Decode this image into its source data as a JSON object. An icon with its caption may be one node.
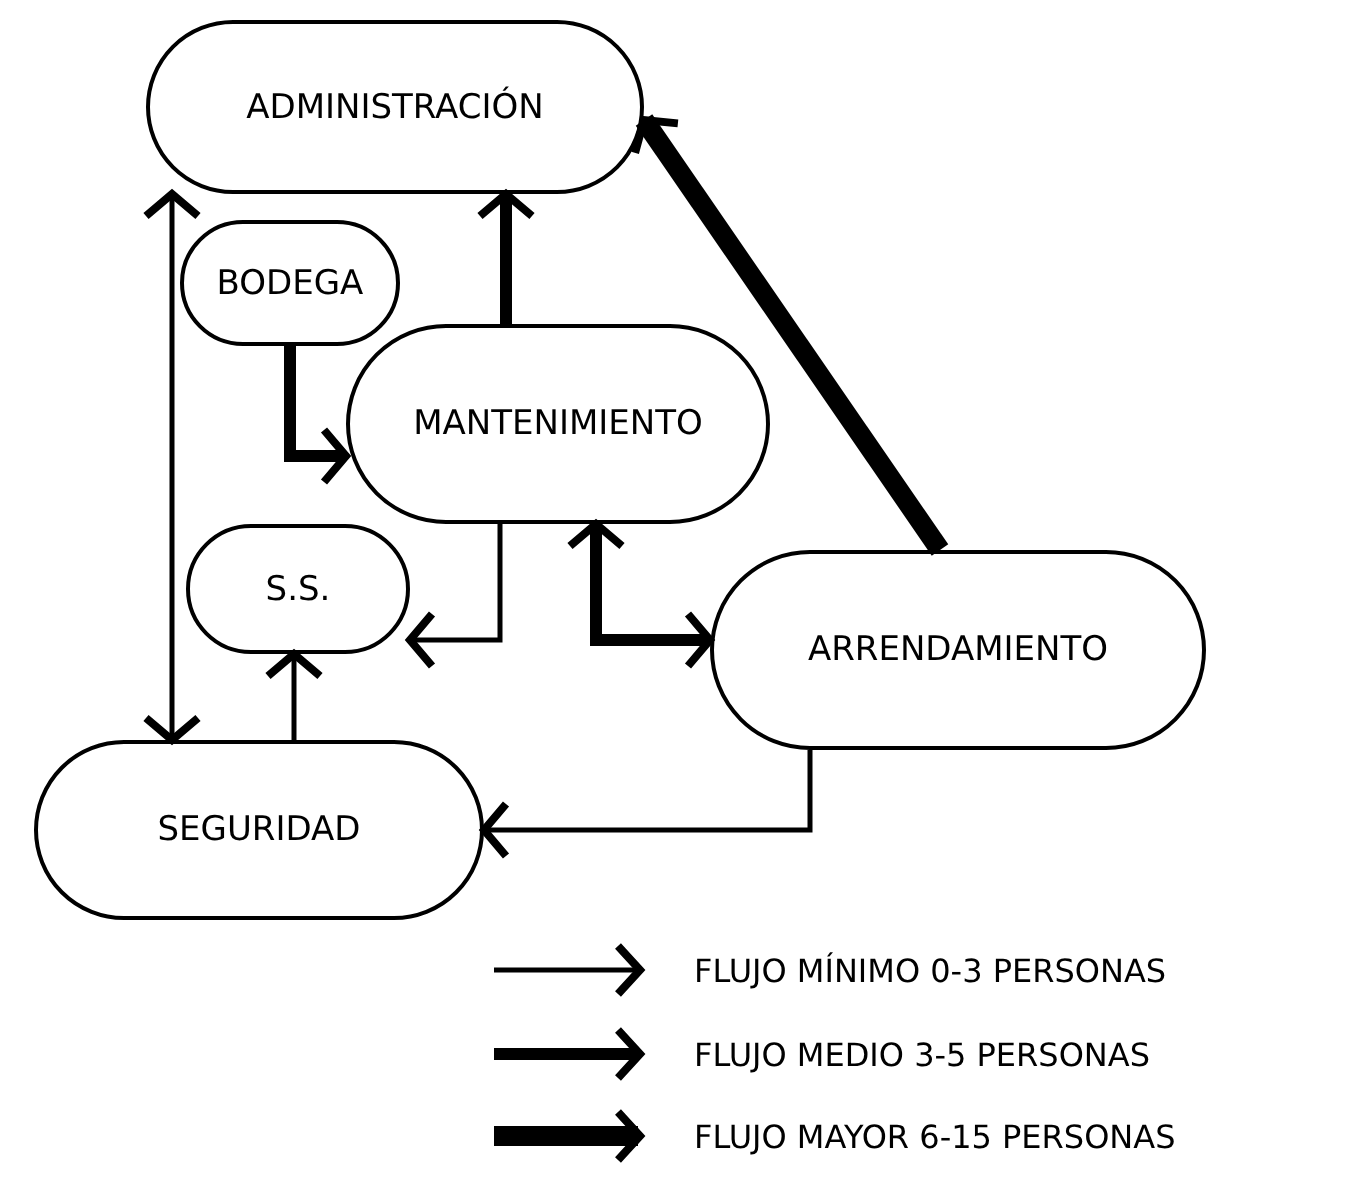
{
  "diagram": {
    "nodes": [
      {
        "text": [
          "ADMINISTRACIÓN"
        ]
      },
      {
        "text": [
          "BODEGA"
        ]
      },
      {
        "text": [
          "MANTENIMIENTO"
        ]
      },
      {
        "text": [
          "S.S."
        ]
      },
      {
        "text": [
          "ARRENDAMIENTO"
        ]
      },
      {
        "text": [
          "SEGURIDAD"
        ]
      }
    ],
    "edges": [
      {
        "from": 5,
        "to": 0,
        "arrow": "both"
      },
      {
        "from": 1,
        "to": 2,
        "arrow": "to",
        "style": "thick"
      },
      {
        "from": 2,
        "to": 0,
        "arrow": "to",
        "style": "thick"
      },
      {
        "from": 4,
        "to": 0,
        "arrow": "to",
        "style": "thick"
      },
      {
        "from": 2,
        "to": 3,
        "arrow": "to"
      },
      {
        "from": 5,
        "to": 3,
        "arrow": "to"
      },
      {
        "from": 2,
        "to": 4,
        "arrow": "both",
        "style": "thick"
      },
      {
        "from": 4,
        "to": 5,
        "arrow": "to"
      }
    ],
    "legend": [
      {
        "text": "FLUJO MÍNIMO 0-3 PERSONAS"
      },
      {
        "text": "FLUJO MEDIO 3-5 PERSONAS"
      },
      {
        "text": "FLUJO MAYOR 6-15 PERSONAS"
      }
    ]
  }
}
